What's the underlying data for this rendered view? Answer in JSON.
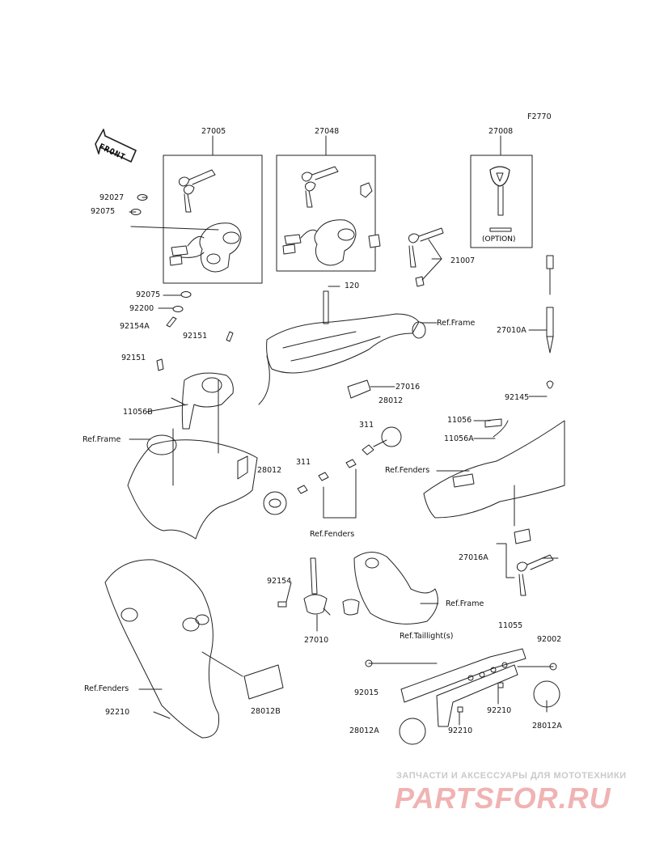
{
  "figure_code": "F2770",
  "front_label": "FRONT",
  "option_label": "(OPTION)",
  "watermark": {
    "line1": "ЗАПЧАСТИ И АКСЕССУАРЫ ДЛЯ МОТОТЕХНИКИ",
    "line2": "PARTSFOR.RU"
  },
  "labels": {
    "p27005": "27005",
    "p27048": "27048",
    "p27008": "27008",
    "p92027": "92027",
    "p92075a": "92075",
    "p21007": "21007",
    "p92075b": "92075",
    "p120": "120",
    "p92200": "92200",
    "p92154a": "92154A",
    "p92151a": "92151",
    "pRefFrame1": "Ref.Frame",
    "p27010a": "27010A",
    "p92151b": "92151",
    "p27016": "27016",
    "p28012a": "28012",
    "p92145": "92145",
    "p11056b": "11056B",
    "p311a": "311",
    "p11056": "11056",
    "p11056a": "11056A",
    "pRefFrame2": "Ref.Frame",
    "pRefFenders1": "Ref.Fenders",
    "p28012b": "28012",
    "p311b": "311",
    "pRefFenders2": "Ref.Fenders",
    "p27016a": "27016A",
    "p92154": "92154",
    "pRefFrame3": "Ref.Frame",
    "p27010": "27010",
    "pRefTaillight": "Ref.Taillight(s)",
    "p11055": "11055",
    "p92002": "92002",
    "pRefFenders3": "Ref.Fenders",
    "p92015": "92015",
    "p92210a": "92210",
    "p28012B": "28012B",
    "p92210b": "92210",
    "p28012A1": "28012A",
    "p92210c": "92210",
    "p28012A2": "28012A"
  }
}
